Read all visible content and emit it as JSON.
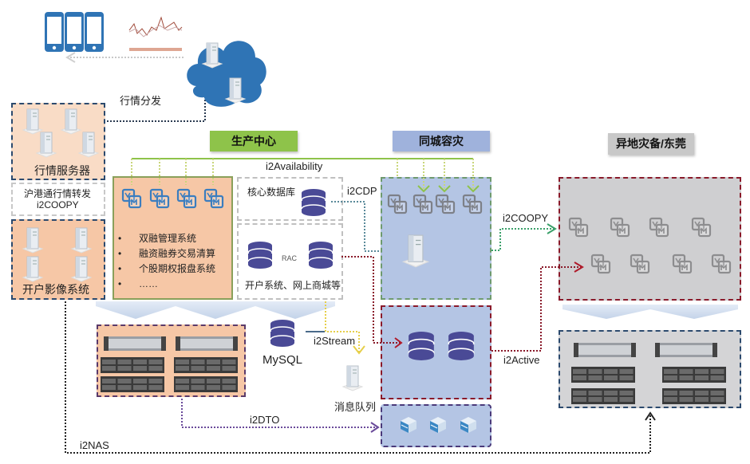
{
  "top": {
    "market_distribution_label": "行情分发"
  },
  "left": {
    "market_servers_label": "行情服务器",
    "hk_connect_line1": "沪港通行情转发",
    "hk_connect_line2": "i2COOPY",
    "account_image_label": "开户影像系统"
  },
  "sections": {
    "production": "生产中心",
    "same_city_dr": "同城容灾",
    "remote_dr": "异地灾备/东莞"
  },
  "colors": {
    "production_bar": "#8ec34a",
    "same_city_bar": "#9fb2dc",
    "remote_bar": "#c8c8c8",
    "peach": "#f6c9a8",
    "blue_panel": "#b4c5e4",
    "gray_panel": "#cfcfd1",
    "db_purple": "#4a4a96"
  },
  "production": {
    "systems": [
      "双融管理系统",
      "融资融券交易清算",
      "个股期权报盘系统",
      "……"
    ],
    "core_db_label": "核心数据库",
    "rac_label": "RAC",
    "rac_caption": "开户系统、网上商城等",
    "mysql_label": "MySQL",
    "mq_label": "消息队列"
  },
  "flows": {
    "availability": "i2Availability",
    "cdp": "i2CDP",
    "coopy": "i2COOPY",
    "stream": "i2Stream",
    "active": "i2Active",
    "dto": "i2DTO",
    "nas": "i2NAS"
  },
  "icons": {
    "vm": "vm-icon",
    "server": "server-tower-icon",
    "database": "database-icon",
    "rack": "rack-server-icon",
    "storage": "storage-array-icon",
    "phone": "mobile-phone-icon",
    "cloud": "cloud-icon"
  }
}
